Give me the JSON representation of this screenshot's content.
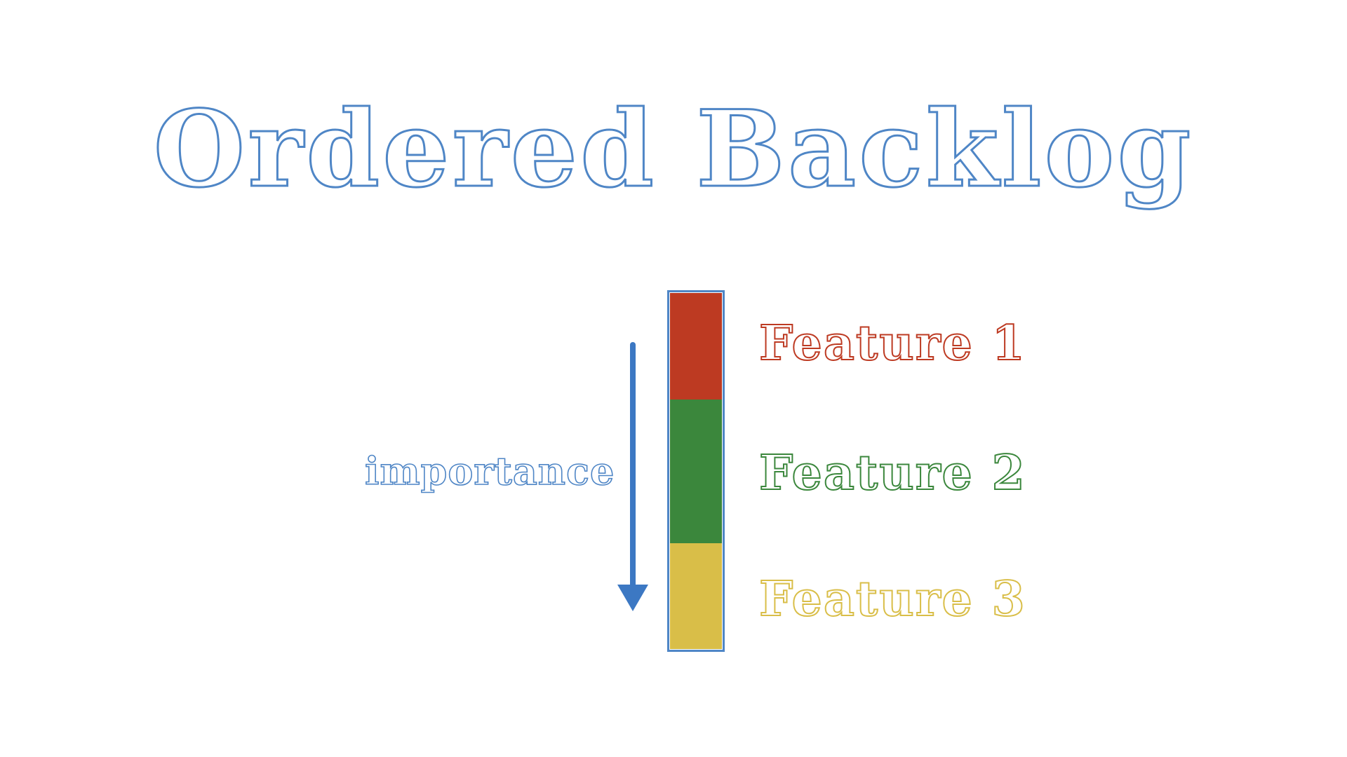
{
  "title": "Ordered Backlog",
  "axis_label": "importance",
  "features": [
    {
      "label": "Feature 1",
      "color": "#bd3a22"
    },
    {
      "label": "Feature 2",
      "color": "#3b873c"
    },
    {
      "label": "Feature 3",
      "color": "#d9be48"
    }
  ],
  "colors": {
    "accent": "#4f86c6",
    "arrow": "#3c78c3",
    "background": "#ffffff"
  },
  "icons": {
    "arrow": "down-arrow-icon"
  }
}
